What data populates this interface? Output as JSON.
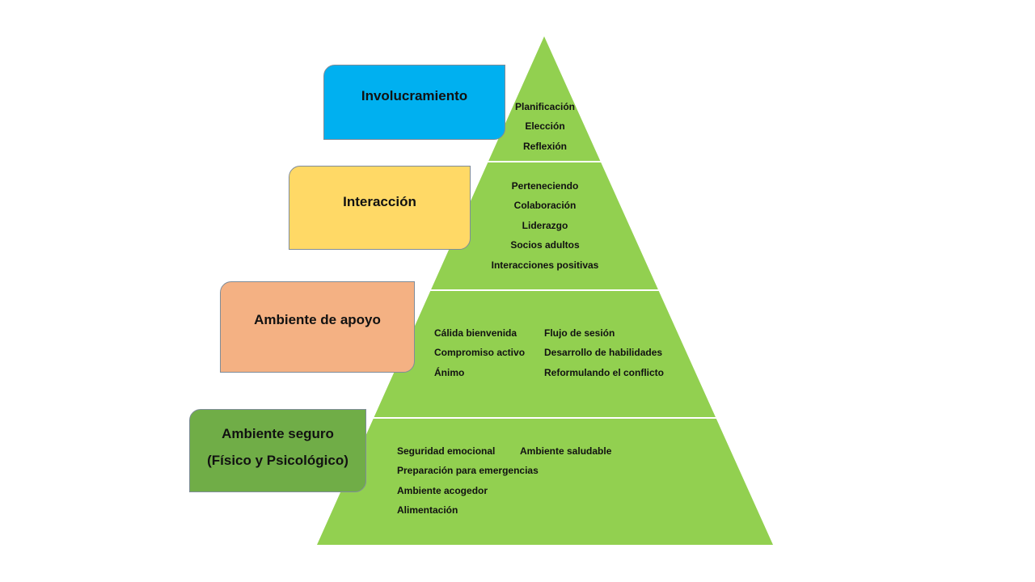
{
  "colors": {
    "pyramid": "#92d050",
    "separator": "#ffffff",
    "involucramiento": "#00b0f0",
    "interaccion": "#ffd966",
    "ambiente_apoyo": "#f4b183",
    "ambiente_seguro": "#70ad47"
  },
  "levels": {
    "involucramiento": {
      "label": "Involucramiento",
      "items": [
        "Planificación",
        "Elección",
        "Reflexión"
      ]
    },
    "interaccion": {
      "label": "Interacción",
      "items": [
        "Perteneciendo",
        "Colaboración",
        "Liderazgo",
        "Socios adultos",
        "Interacciones positivas"
      ]
    },
    "ambiente_apoyo": {
      "label": "Ambiente de apoyo",
      "items_left": [
        "Cálida bienvenida",
        "Compromiso activo",
        "Ánimo"
      ],
      "items_right": [
        "Flujo de sesión",
        "Desarrollo de habilidades",
        "Reformulando el conflicto"
      ]
    },
    "ambiente_seguro": {
      "label_line1": "Ambiente seguro",
      "label_line2": "(Físico y Psicológico)",
      "items_left": [
        "Seguridad emocional",
        "Preparación para emergencias",
        "Ambiente acogedor",
        "Alimentación"
      ],
      "items_right": [
        "Ambiente saludable"
      ]
    }
  }
}
